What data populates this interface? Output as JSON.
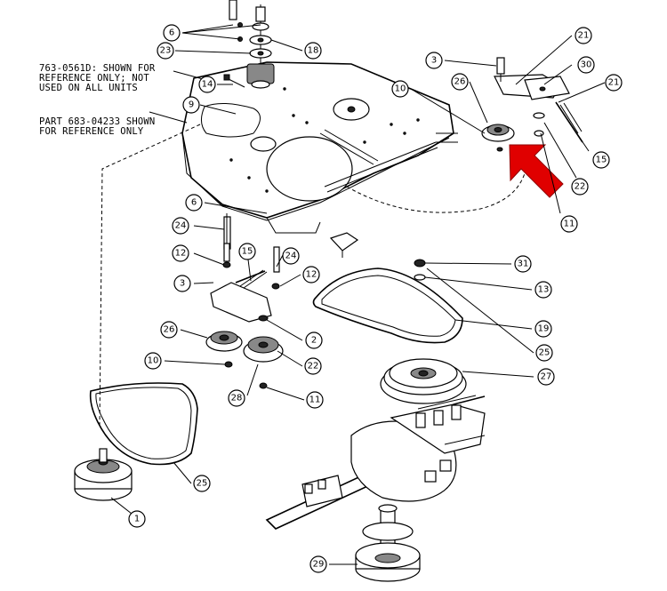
{
  "notes": {
    "note_top": "763-0561D: SHOWN FOR\nREFERENCE ONLY; NOT\nUSED ON ALL UNITS",
    "note_bottom": "PART 683-04233 SHOWN\nFOR REFERENCE ONLY"
  },
  "callouts": {
    "c_6_top": "6",
    "c_23": "23",
    "c_18": "18",
    "c_14": "14",
    "c_9": "9",
    "c_3_right": "3",
    "c_26_right": "26",
    "c_10_right": "10",
    "c_21_top": "21",
    "c_30": "30",
    "c_21_mid": "21",
    "c_15_right": "15",
    "c_22_right": "22",
    "c_11_right": "11",
    "c_6_left": "6",
    "c_24_left": "24",
    "c_12_left": "12",
    "c_3_left": "3",
    "c_15_mid": "15",
    "c_24_mid": "24",
    "c_12_mid": "12",
    "c_31": "31",
    "c_13": "13",
    "c_19": "19",
    "c_2": "2",
    "c_26_left": "26",
    "c_22_mid": "22",
    "c_10_left": "10",
    "c_28": "28",
    "c_11_mid": "11",
    "c_25_mid": "25",
    "c_27": "27",
    "c_25_left": "25",
    "c_1": "1",
    "c_29": "29"
  },
  "arrow_color": "#e00000"
}
